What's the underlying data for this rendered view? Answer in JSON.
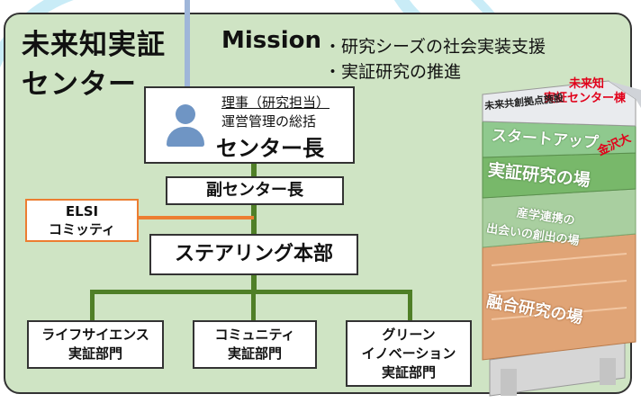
{
  "title": {
    "line1": "未来知実証",
    "line2": "センター"
  },
  "mission": {
    "heading": "Mission",
    "items": [
      "・研究シーズの社会実装支援",
      "・実証研究の推進"
    ]
  },
  "director": {
    "role": "理事（研究担当）",
    "duty": "運営管理の総括",
    "name": "センター長"
  },
  "deputy": "副センター長",
  "elsi": {
    "line1": "ELSI",
    "line2": "コミッティ"
  },
  "steering": "ステアリング本部",
  "divisions": [
    {
      "line1": "ライフサイエンス",
      "line2": "実証部門",
      "line3": ""
    },
    {
      "line1": "コミュニティ",
      "line2": "実証部門",
      "line3": ""
    },
    {
      "line1": "グリーン",
      "line2": "イノベーション",
      "line3": "実証部門"
    }
  ],
  "building": {
    "label_center": [
      "未来知",
      "実証センター棟"
    ],
    "roof": "未来共創拠点施設",
    "kanazawa": "金沢大",
    "floors": [
      {
        "line1": "スタートアップ",
        "line2": ""
      },
      {
        "line1": "実証研究の場",
        "line2": ""
      },
      {
        "line1": "産学連携の",
        "line2": "出会いの創出の場"
      },
      {
        "line1": "融合研究の場",
        "line2": ""
      }
    ],
    "colors": {
      "roof": "#e9ebee",
      "startup": "#8fc98e",
      "jissho": "#78b86a",
      "sangaku": "#a9cfa0",
      "yugo": "#e0a476",
      "label_red": "#e1001a"
    }
  },
  "colors": {
    "panel": "#cfe4c4",
    "connector": "#4f7f27",
    "elsi_border": "#ec7d31",
    "person": "#6f95c4"
  }
}
